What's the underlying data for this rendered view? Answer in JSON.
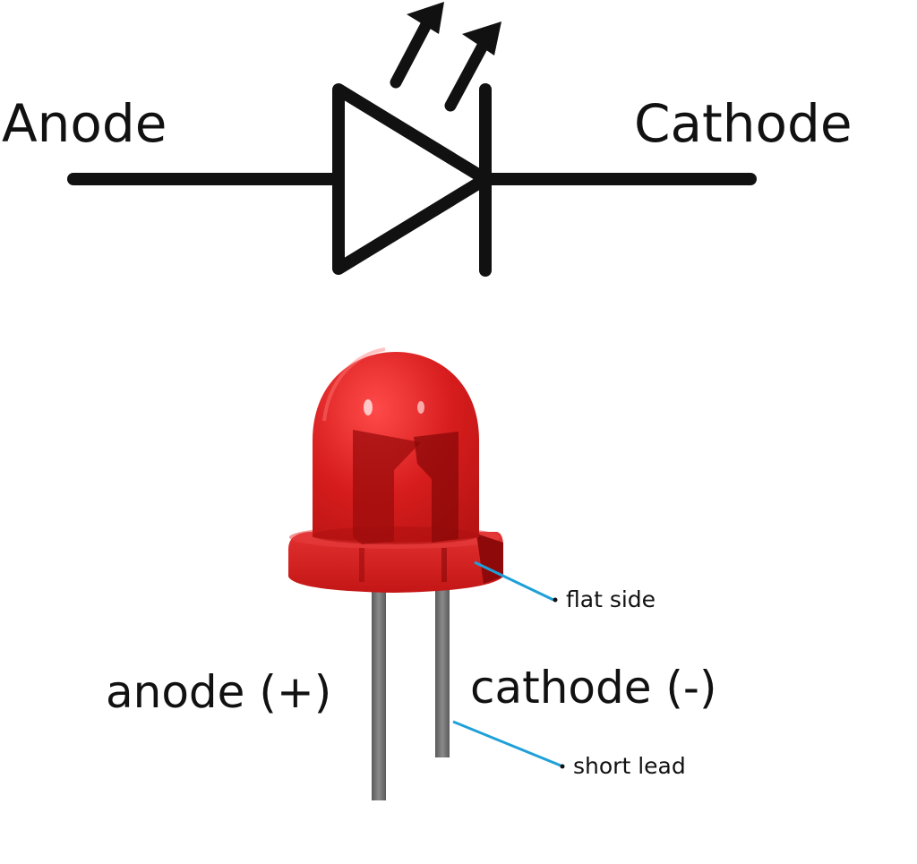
{
  "symbol": {
    "anode_label": "Anode",
    "cathode_label": "Cathode"
  },
  "led": {
    "anode_label": "anode (+)",
    "cathode_label": "cathode (-)",
    "flat_side_label": "flat side",
    "short_lead_label": "short lead"
  },
  "colors": {
    "ink": "#111111",
    "led_red": "#d81e1e",
    "lead_gray": "#6e6e6e",
    "callout_blue": "#1ea0d8"
  }
}
